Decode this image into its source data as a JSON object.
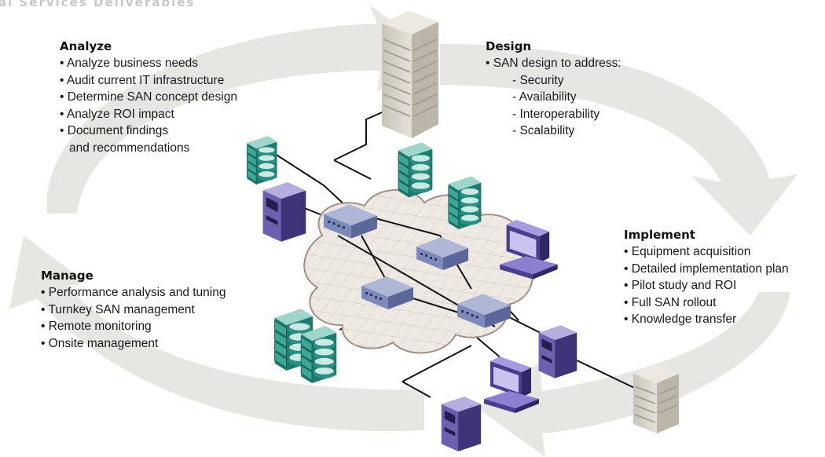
{
  "title": "al Services Deliverables",
  "colors": {
    "arrow": "#e6e6e2",
    "cloud_fill": "#efe9e4",
    "cloud_stroke": "#9d8f86",
    "grid": "#cfc6bf",
    "storage": "#2f9c8c",
    "server": "#5a4ea0",
    "switch": "#6a78aa",
    "building": "#d9d5cc",
    "cable": "#111111"
  },
  "icons": {
    "hq_building": "office-building-icon",
    "branch_building": "office-building-icon",
    "storage": "storage-array-icon",
    "server": "tower-server-icon",
    "workstation": "workstation-icon",
    "switch": "san-switch-icon",
    "fabric": "san-cloud-icon"
  },
  "phases": {
    "analyze": {
      "heading": "Analyze",
      "items": [
        "Analyze business needs",
        "Audit current IT infrastructure",
        "Determine SAN concept design",
        "Analyze ROI impact",
        "Document findings"
      ],
      "continuation": "and recommendations"
    },
    "design": {
      "heading": "Design",
      "lead": "SAN design to address:",
      "subitems": [
        "- Security",
        "- Availability",
        "- Interoperability",
        "- Scalability"
      ]
    },
    "implement": {
      "heading": "Implement",
      "items": [
        "Equipment acquisition",
        "Detailed implementation plan",
        "Pilot study and ROI",
        "Full SAN rollout",
        "Knowledge transfer"
      ]
    },
    "manage": {
      "heading": "Manage",
      "items": [
        "Performance analysis and tuning",
        "Turnkey SAN management",
        "Remote monitoring",
        "Onsite management"
      ]
    }
  }
}
